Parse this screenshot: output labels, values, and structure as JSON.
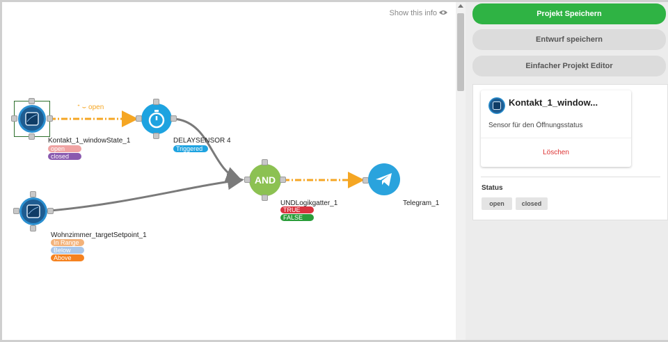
{
  "canvas": {
    "show_info": "Show this info",
    "edge_label": "open",
    "nodes": {
      "kontakt": {
        "label": "Kontakt_1_windowState_1",
        "tags": [
          "open",
          "closed"
        ]
      },
      "delay": {
        "label": "DELAYSENSOR 4",
        "tags": [
          "Triggered"
        ]
      },
      "wohnzimmer": {
        "label": "Wohnzimmer_targetSetpoint_1",
        "tags": [
          "In Range",
          "Below",
          "Above"
        ]
      },
      "and": {
        "symbol": "AND",
        "label": "UNDLogikgatter_1",
        "tags": [
          "TRUE",
          "FALSE"
        ]
      },
      "telegram": {
        "label": "Telegram_1"
      }
    }
  },
  "panel": {
    "save_button": "Projekt Speichern",
    "draft_button": "Entwurf speichern",
    "simple_editor_button": "Einfacher Projekt Editor",
    "card": {
      "title": "Kontakt_1_window...",
      "description": "Sensor für den Öffnungsstatus",
      "delete_button": "Löschen"
    },
    "status_heading": "Status",
    "status_values": [
      "open",
      "closed"
    ]
  },
  "colors": {
    "save_green": "#2fb344",
    "edge_orange": "#f5a623",
    "edge_gray": "#7a7a7a",
    "sensor_blue": "#1f5a8c",
    "delay_blue": "#1ea3e0",
    "and_green": "#8cc152",
    "telegram_blue": "#2aa3dd"
  }
}
